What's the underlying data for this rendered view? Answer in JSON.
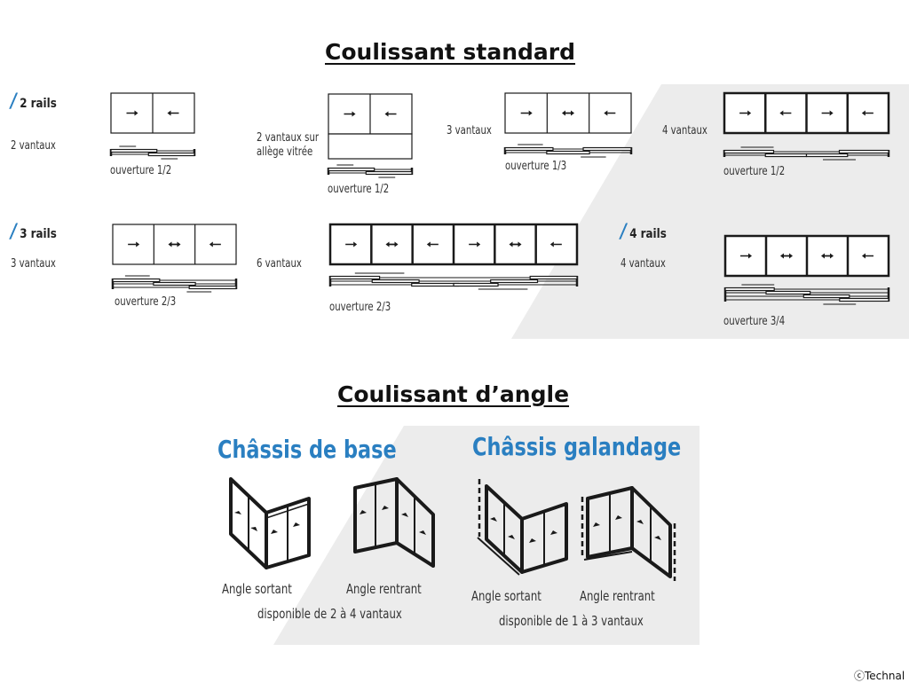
{
  "headings": {
    "standard": "Coulissant standard",
    "angle": "Coulissant d’angle"
  },
  "rails": {
    "two": "2 rails",
    "three": "3 rails",
    "four": "4 rails"
  },
  "configs": [
    {
      "label": "2 vantaux",
      "opening": "ouverture 1/2"
    },
    {
      "label": "2 vantaux sur\nallège vitrée",
      "opening": "ouverture 1/2"
    },
    {
      "label": "3 vantaux",
      "opening": "ouverture 1/3"
    },
    {
      "label": "4 vantaux",
      "opening": "ouverture 1/2"
    },
    {
      "label": "3 vantaux",
      "opening": "ouverture 2/3"
    },
    {
      "label": "6 vantaux",
      "opening": "ouverture 2/3"
    },
    {
      "label": "4 vantaux",
      "opening": "ouverture 3/4"
    }
  ],
  "angle": {
    "base_title": "Châssis de base",
    "galandage_title": "Châssis galandage",
    "base_out": "Angle sortant",
    "base_in": "Angle rentrant",
    "base_avail": "disponible de 2 à 4 vantaux",
    "gal_out": "Angle sortant",
    "gal_in": "Angle rentrant",
    "gal_avail": "disponible de 1 à 3 vantaux"
  },
  "credit": "ⓒTechnal",
  "colors": {
    "accent_blue": "#2a7fc1",
    "panel_gray": "#ececec",
    "line": "#1a1a1a"
  }
}
